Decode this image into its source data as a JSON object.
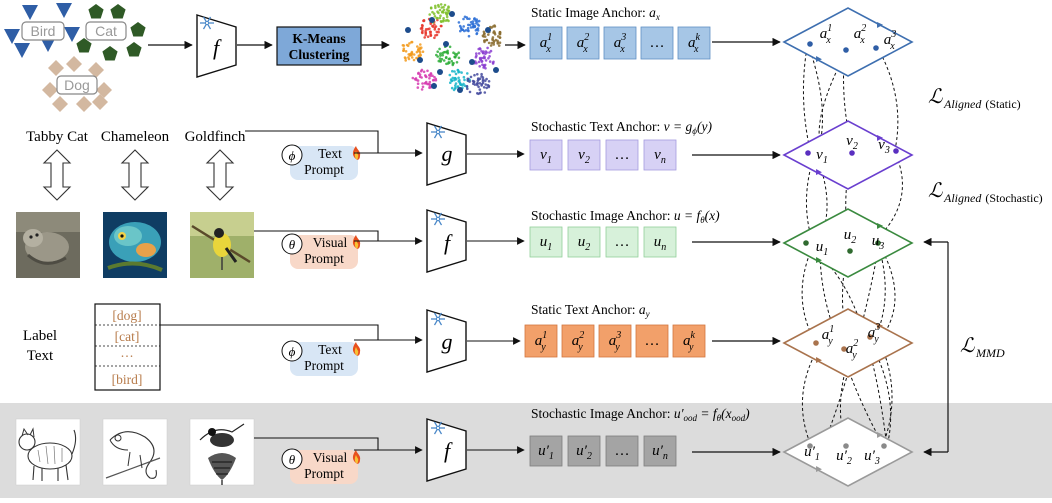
{
  "colors": {
    "static_image": "#a6c6e6",
    "static_image_border": "#5f8fc4",
    "stochastic_text": "#d7d1f5",
    "stochastic_text_border": "#a59be0",
    "stochastic_image": "#d7f1da",
    "stochastic_image_border": "#92cf9a",
    "static_text": "#f2a06a",
    "static_text_border": "#d2763f",
    "ood": "#a4a4a4",
    "ood_border": "#7e7e7e",
    "ood_band": "#dcdcdc",
    "frozen_encoder": "#ffffff",
    "kmeans_fill": "#7ea8d8",
    "prompt_text_fill": "#d8e6f5",
    "prompt_visual_fill": "#f8d8c8",
    "diamond_blue": "#3e6fb0",
    "diamond_purple": "#6a3fcf",
    "diamond_green": "#3a8a3f",
    "diamond_brown": "#a9734d",
    "diamond_grey": "#9a9a9a"
  },
  "icons": [
    "snowflake-icon",
    "fire-icon"
  ],
  "cluster_labels": {
    "bird": "Bird",
    "cat": "Cat",
    "dog": "Dog"
  },
  "encoders": {
    "f": "f",
    "g": "g"
  },
  "kmeans": {
    "line1": "K-Means",
    "line2": "Clustering"
  },
  "class_names": [
    "Tabby Cat",
    "Chameleon",
    "Goldfinch"
  ],
  "label_text": {
    "line1": "Label",
    "line2": "Text"
  },
  "label_list": [
    "[dog]",
    "[cat]",
    "···",
    "[bird]"
  ],
  "prompts": {
    "text_symbol": "ϕ",
    "text_line1": "Text",
    "text_line2": "Prompt",
    "visual_symbol": "θ",
    "visual_line1": "Visual",
    "visual_line2": "Prompt"
  },
  "anchors": {
    "static_image": {
      "title_prefix": "Static Image Anchor: ",
      "title_math": "a",
      "title_sub": "x",
      "tokens": [
        "a_x^1",
        "a_x^2",
        "a_x^3",
        "…",
        "a_x^k"
      ]
    },
    "stochastic_text": {
      "title_prefix": "Stochastic Text Anchor: ",
      "title_math": "v = g",
      "title_sub": "ϕ",
      "title_tail": "(y)",
      "tokens": [
        "v_1",
        "v_2",
        "…",
        "v_n"
      ]
    },
    "stochastic_image": {
      "title_prefix": "Stochastic Image Anchor: ",
      "title_math": "u = f",
      "title_sub": "θ",
      "title_tail": "(x)",
      "tokens": [
        "u_1",
        "u_2",
        "…",
        "u_n"
      ]
    },
    "static_text": {
      "title_prefix": "Static Text Anchor: ",
      "title_math": "a",
      "title_sub": "y",
      "tokens": [
        "a_y^1",
        "a_y^2",
        "a_y^3",
        "…",
        "a_y^k"
      ]
    },
    "ood_image": {
      "title_prefix": "Stochastic Image Anchor: ",
      "title_math": "u′",
      "title_sub": "ood",
      "title_mid": " = f",
      "title_sub2": "θ",
      "title_tail": "(x",
      "title_sub3": "ood",
      "title_tail2": ")",
      "tokens": [
        "u′_1",
        "u′_2",
        "…",
        "u′_n"
      ]
    }
  },
  "diamonds": {
    "static_image": [
      "a_x^1",
      "a_x^2",
      "a_x^3"
    ],
    "stochastic_text": [
      "v_1",
      "v_2",
      "v_3"
    ],
    "stochastic_image": [
      "u_1",
      "u_2",
      "u_3"
    ],
    "static_text": [
      "a_y^1",
      "a_y^2",
      "a_y^3"
    ],
    "ood_image": [
      "u′_1",
      "u′_2",
      "u′_3"
    ]
  },
  "losses": {
    "script_l": "ℒ",
    "aligned_sub": "Aligned",
    "static_label": "(Static)",
    "stochastic_label": "(Stochastic)",
    "mmd_sub": "MMD"
  }
}
